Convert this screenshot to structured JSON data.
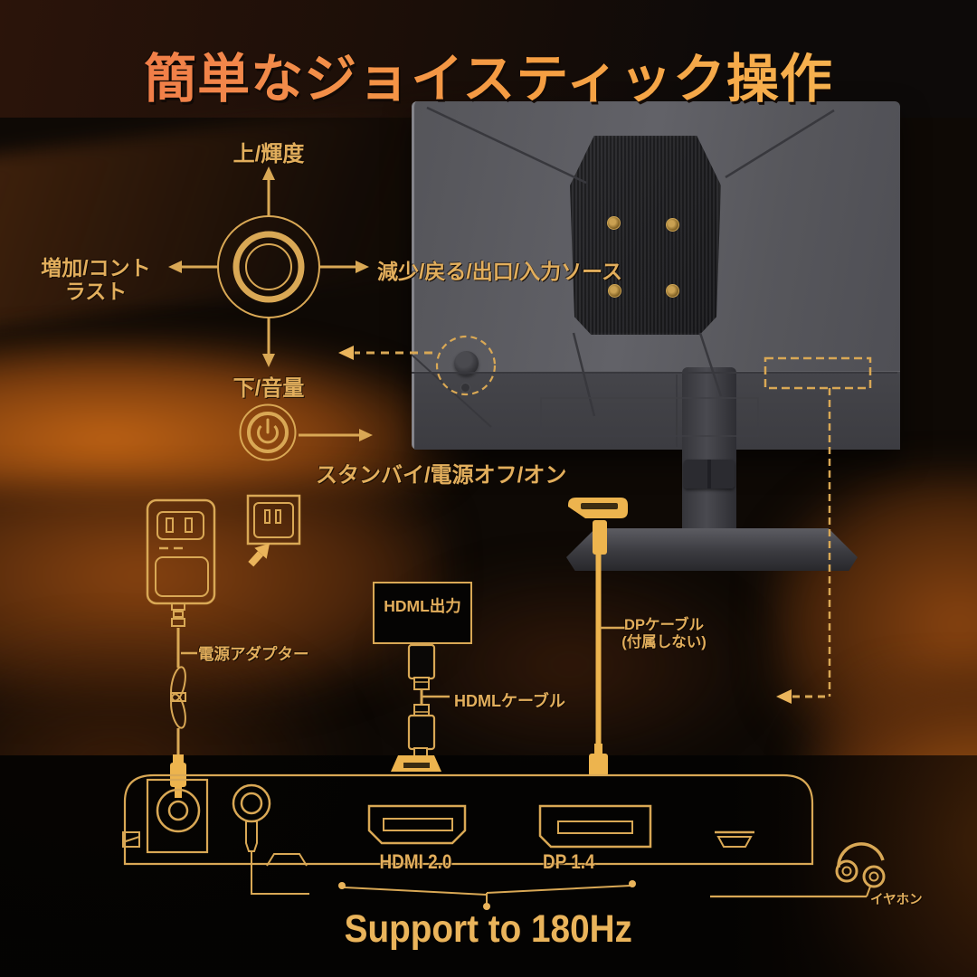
{
  "title": "簡単なジョイスティック操作",
  "joystick_diagram": {
    "up_label": "上/輝度",
    "left_label_line1": "増加/コント",
    "left_label_line2": "ラスト",
    "right_label": "減少/戻る/出口/入力ソース",
    "down_label": "下/音量"
  },
  "power_button": {
    "label": "スタンバイ/電源オフ/オン"
  },
  "power_adapter": {
    "label": "電源アダプター"
  },
  "hdmi_connection": {
    "source_box_label": "HDML出力",
    "cable_label": "HDMLケーブル"
  },
  "dp_connection": {
    "cable_label_line1": "DPケーブル",
    "cable_label_line2": "(付属しない)"
  },
  "ports": {
    "hdmi_port_label": "HDMI 2.0",
    "dp_port_label": "DP 1.4",
    "earphone_label": "イヤホン"
  },
  "footer": {
    "support_text": "Support to 180Hz"
  },
  "colors": {
    "gold_line": "#d9a855",
    "gold_text": "#e2ae5c",
    "gold_fill": "#edb44e",
    "title_gradient_start": "#ef6f45",
    "title_gradient_end": "#f6bb55",
    "monitor_gray": "#57575c"
  }
}
